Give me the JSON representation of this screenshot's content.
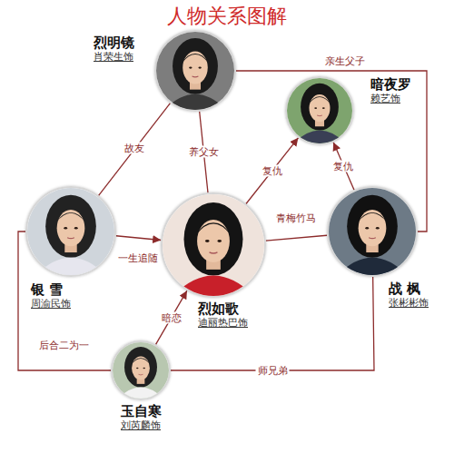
{
  "diagram": {
    "title": "人物关系图解",
    "nodes": [
      {
        "text": [
          "烈明镜",
          "肖荣生饰"
        ]
      },
      {
        "text": [
          "暗夜罗",
          "赖艺饰"
        ]
      },
      {
        "text": [
          "银 雪",
          "周渝民饰"
        ]
      },
      {
        "text": [
          "烈如歌",
          "迪丽热巴饰"
        ]
      },
      {
        "text": [
          "战 枫",
          "张彬彬饰"
        ]
      },
      {
        "text": [
          "玉自寒",
          "刘芮麟饰"
        ]
      }
    ],
    "edges": [
      {
        "from": 0,
        "to": 4,
        "label": "亲生父子",
        "arrow": "none"
      },
      {
        "from": 2,
        "to": 0,
        "label": "故友",
        "arrow": "none"
      },
      {
        "from": 0,
        "to": 3,
        "label": "养父女",
        "arrow": "none"
      },
      {
        "from": 3,
        "to": 1,
        "label": "复仇",
        "arrow": "to"
      },
      {
        "from": 4,
        "to": 1,
        "label": "复仇",
        "arrow": "to"
      },
      {
        "from": 2,
        "to": 3,
        "label": "一生追随",
        "arrow": "to"
      },
      {
        "from": 3,
        "to": 4,
        "label": "青梅竹马",
        "arrow": "none"
      },
      {
        "from": 5,
        "to": 3,
        "label": "暗恋",
        "arrow": "to"
      },
      {
        "from": 2,
        "to": 5,
        "label": "后合二为一",
        "arrow": "none"
      },
      {
        "from": 5,
        "to": 4,
        "label": "师兄弟",
        "arrow": "none"
      }
    ]
  }
}
